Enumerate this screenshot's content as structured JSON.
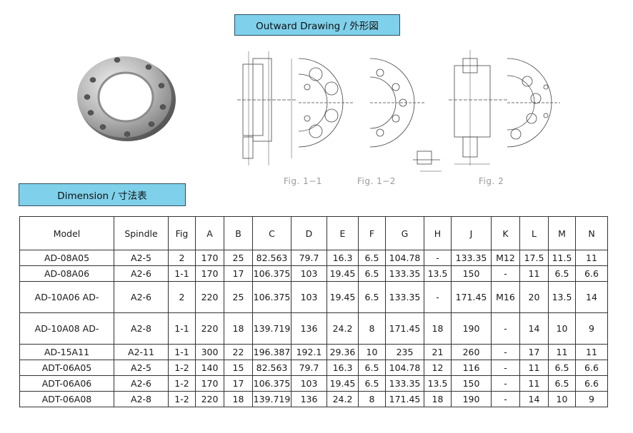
{
  "headers": {
    "outward_drawing": "Outward Drawing / 外形図",
    "dimension": "Dimension / 寸法表"
  },
  "figure_captions": [
    "Fig. 1−1",
    "Fig. 1−2",
    "Fig. 2"
  ],
  "table": {
    "columns": [
      "Model",
      "Spindle",
      "Fig",
      "A",
      "B",
      "C",
      "D",
      "E",
      "F",
      "G",
      "H",
      "J",
      "K",
      "L",
      "M",
      "N"
    ],
    "rows": [
      [
        "AD-08A05",
        "A2-5",
        "2",
        "170",
        "25",
        "82.563",
        "79.7",
        "16.3",
        "6.5",
        "104.78",
        "-",
        "133.35",
        "M12",
        "17.5",
        "11.5",
        "11"
      ],
      [
        "AD-08A06",
        "A2-6",
        "1-1",
        "170",
        "17",
        "106.375",
        "103",
        "19.45",
        "6.5",
        "133.35",
        "13.5",
        "150",
        "-",
        "11",
        "6.5",
        "6.6"
      ],
      [
        "AD-10A06  AD-",
        "A2-6",
        "2",
        "220",
        "25",
        "106.375",
        "103",
        "19.45",
        "6.5",
        "133.35",
        "-",
        "171.45",
        "M16",
        "20",
        "13.5",
        "14"
      ],
      [
        "AD-10A08  AD-",
        "A2-8",
        "1-1",
        "220",
        "18",
        "139.719",
        "136",
        "24.2",
        "8",
        "171.45",
        "18",
        "190",
        "-",
        "14",
        "10",
        "9"
      ],
      [
        "AD-15A11",
        "A2-11",
        "1-1",
        "300",
        "22",
        "196.387",
        "192.1",
        "29.36",
        "10",
        "235",
        "21",
        "260",
        "-",
        "17",
        "11",
        "11"
      ],
      [
        "ADT-06A05",
        "A2-5",
        "1-2",
        "140",
        "15",
        "82.563",
        "79.7",
        "16.3",
        "6.5",
        "104.78",
        "12",
        "116",
        "-",
        "11",
        "6.5",
        "6.6"
      ],
      [
        "ADT-06A06",
        "A2-6",
        "1-2",
        "170",
        "17",
        "106.375",
        "103",
        "19.45",
        "6.5",
        "133.35",
        "13.5",
        "150",
        "-",
        "11",
        "6.5",
        "6.6"
      ],
      [
        "ADT-06A08",
        "A2-8",
        "1-2",
        "220",
        "18",
        "139.719",
        "136",
        "24.2",
        "8",
        "171.45",
        "18",
        "190",
        "-",
        "14",
        "10",
        "9"
      ]
    ]
  }
}
